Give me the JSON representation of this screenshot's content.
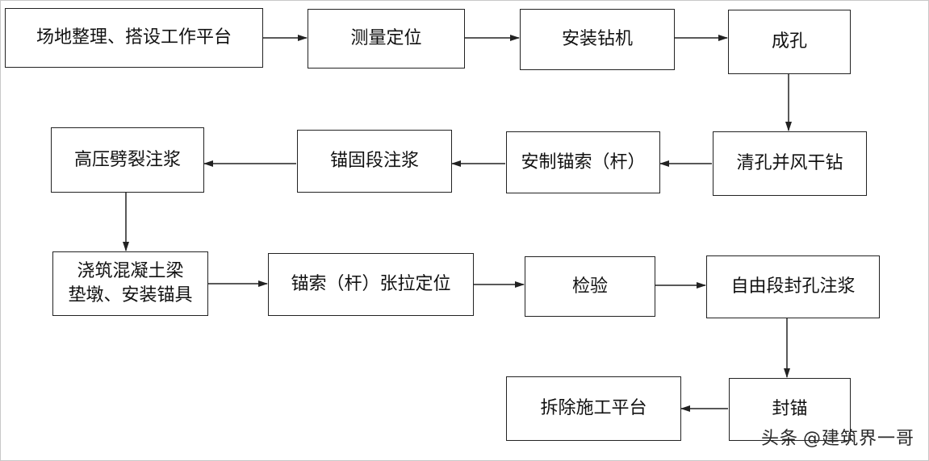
{
  "steps": {
    "s1": "场地整理、搭设工作平台",
    "s2": "测量定位",
    "s3": "安装钻机",
    "s4": "成孔",
    "s5": "清孔并风干钻",
    "s6": "安制锚索（杆）",
    "s7": "锚固段注浆",
    "s8": "高压劈裂注浆",
    "s9_line1": "浇筑混凝土梁",
    "s9_line2": "垫墩、安装锚具",
    "s10": "锚索（杆）张拉定位",
    "s11": "检验",
    "s12": "自由段封孔注浆",
    "s13": "封锚",
    "s14": "拆除施工平台"
  },
  "watermark": {
    "source": "头条",
    "handle": "@建筑界一哥"
  }
}
